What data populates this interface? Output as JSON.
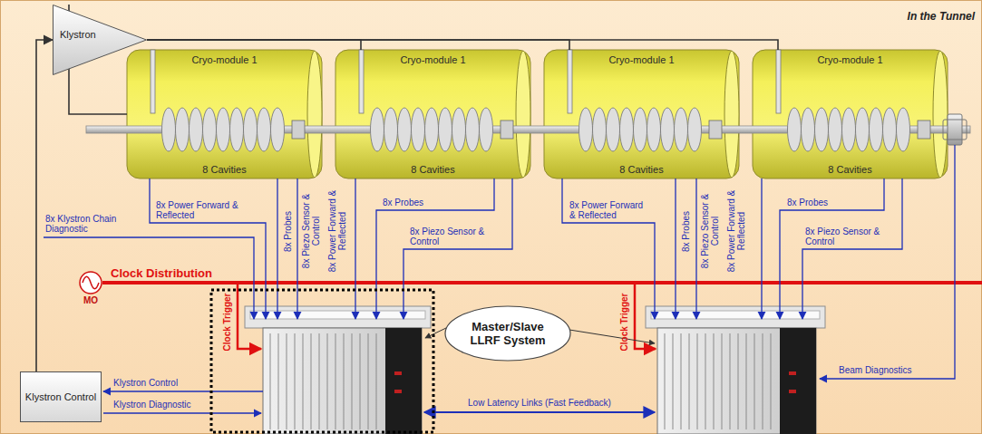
{
  "diagram": {
    "nodes": [
      {
        "text": [
          "Klystron"
        ]
      },
      {
        "text": [
          "Cryo-module 1",
          "8 Cavities"
        ]
      },
      {
        "text": [
          "Cryo-module 1",
          "8 Cavities"
        ]
      },
      {
        "text": [
          "Cryo-module 1",
          "8 Cavities"
        ]
      },
      {
        "text": [
          "Cryo-module 1",
          "8 Cavities"
        ]
      },
      {
        "text": [
          "MO"
        ]
      },
      {
        "text": [
          "Master/Slave LLRF System"
        ]
      },
      {
        "text": [
          "Klystron Control"
        ]
      }
    ],
    "edges": [
      {
        "from": 0,
        "to": 1,
        "arrow": "none"
      },
      {
        "from": 0,
        "to": 2,
        "arrow": "none"
      },
      {
        "from": 0,
        "to": 3,
        "arrow": "none"
      },
      {
        "from": 0,
        "to": 4,
        "arrow": "none"
      },
      {
        "from": 7,
        "to": 0,
        "arrow": "to"
      }
    ],
    "labels": [
      "In the Tunnel",
      "8x Klystron Chain Diagnostic",
      "8x Power Forward & Reflected",
      "8x Probes",
      "8x Piezo Sensor & Control",
      "8x Power Forward & Reflected",
      "8x Probes",
      "8x Piezo Sensor & Control",
      "8x Power Forward & Reflected",
      "8x Probes",
      "8x Piezo Sensor & Control",
      "8x Power Forward & Reflected",
      "8x Probes",
      "8x Piezo Sensor & Control",
      "Clock Distribution",
      "Clock Trigger",
      "Clock Trigger",
      "Beam Diagnostics",
      "Klystron Control",
      "Klystron Diagnostic",
      "Low Latency Links (Fast Feedback)"
    ]
  }
}
